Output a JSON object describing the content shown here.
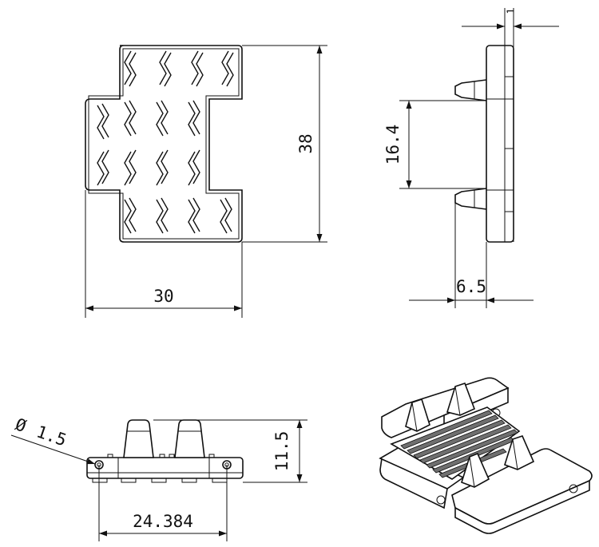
{
  "dimensions": {
    "top_height": "38",
    "top_width": "30",
    "side_gap": "16.4",
    "side_depth": "6.5",
    "side_thickness": "1",
    "front_height": "11.5",
    "front_pitch": "24.384",
    "front_hole": "1.5"
  },
  "symbols": {
    "diameter": "Ø"
  }
}
